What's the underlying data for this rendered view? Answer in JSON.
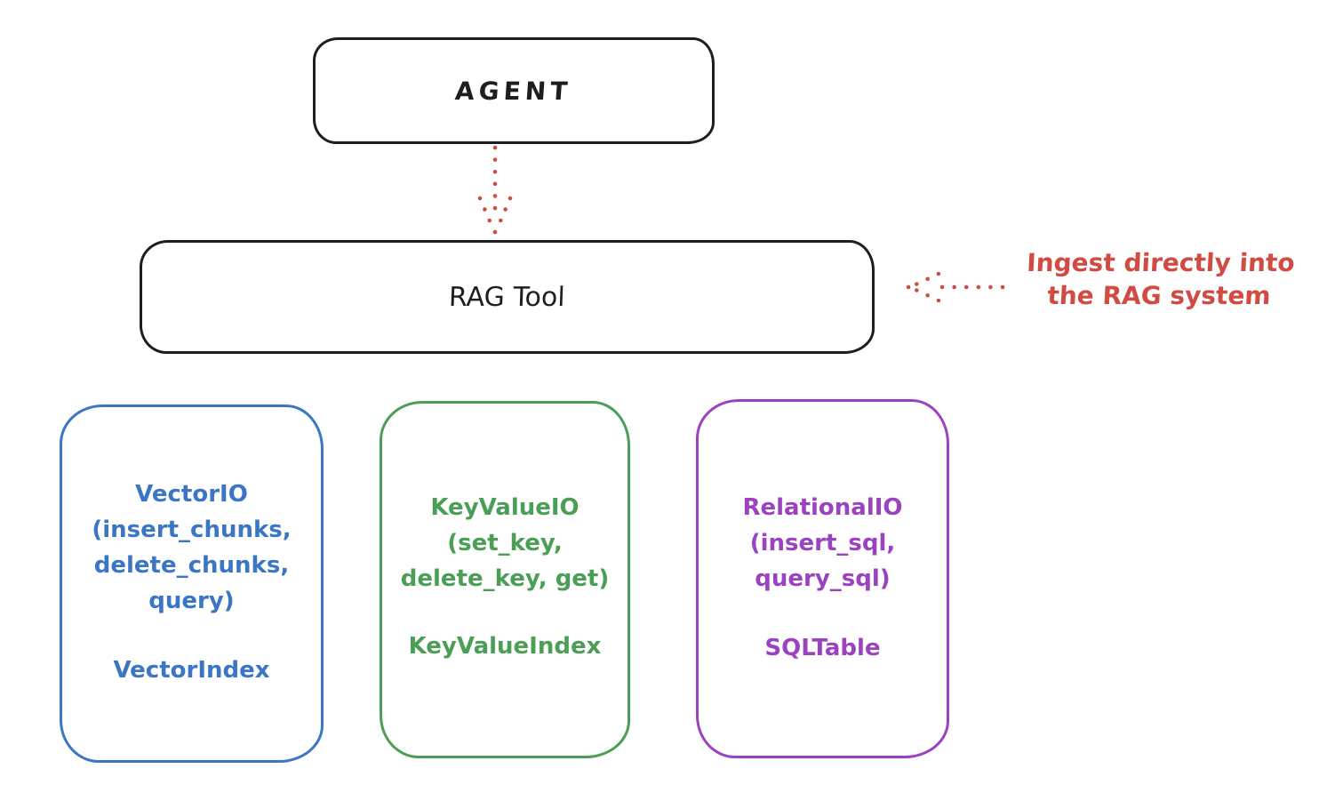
{
  "diagram": {
    "background": "#ffffff",
    "ink_color": "#1e1e1e"
  },
  "agent_box": {
    "label": "AGENT",
    "border_color": "#1e1e1e",
    "text_color": "#1e1e1e"
  },
  "rag_box": {
    "label": "RAG Tool",
    "border_color": "#1e1e1e",
    "text_color": "#1e1e1e"
  },
  "flow_arrow": {
    "direction": "down",
    "style": "dotted",
    "color": "#d14b43"
  },
  "annotation": {
    "lines": [
      "Ingest directly into",
      "the RAG system"
    ],
    "arrow_direction": "left",
    "arrow_style": "dotted",
    "color": "#d14b43"
  },
  "io_boxes": [
    {
      "name": "VectorIO",
      "color": "#3b76c4",
      "lines": [
        "VectorIO",
        "(insert_chunks,",
        "delete_chunks,",
        "query)"
      ],
      "index_label": "VectorIndex"
    },
    {
      "name": "KeyValueIO",
      "color": "#4b9e55",
      "lines": [
        "KeyValueIO",
        "(set_key,",
        "delete_key, get)"
      ],
      "index_label": "KeyValueIndex"
    },
    {
      "name": "RelationalIO",
      "color": "#9b42c0",
      "lines": [
        "RelationalIO",
        "(insert_sql,",
        "query_sql)"
      ],
      "index_label": "SQLTable"
    }
  ]
}
